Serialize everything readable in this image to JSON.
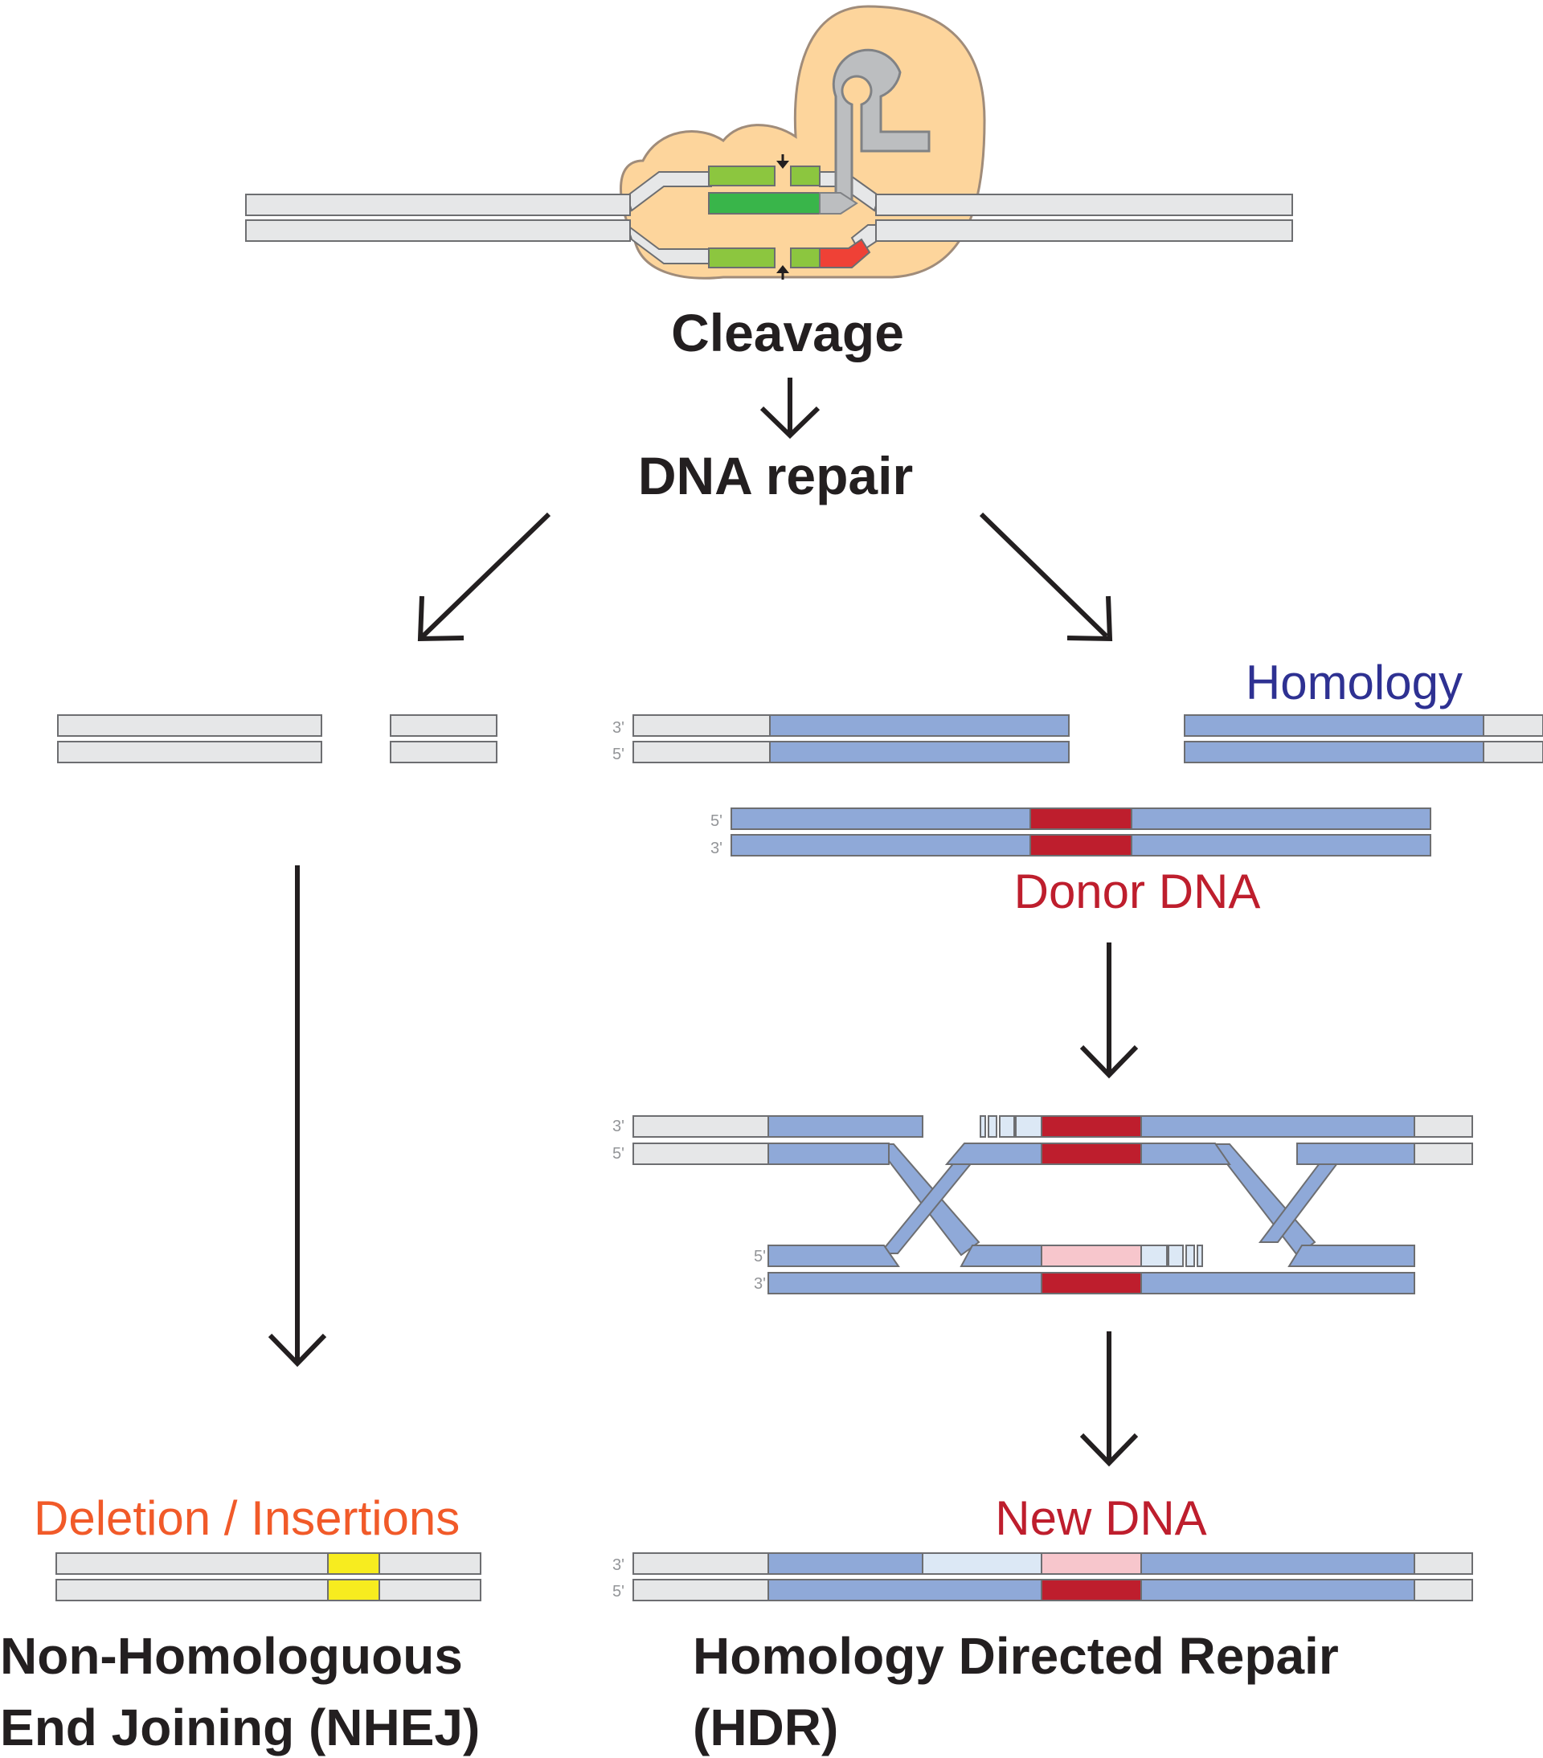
{
  "labels": {
    "cleavage": "Cleavage",
    "dna_repair": "DNA repair",
    "homology": "Homology",
    "donor_dna": "Donor DNA",
    "new_dna": "New DNA",
    "deletion_insertions": "Deletion / Insertions",
    "nhej_line1": "Non-Homologuous",
    "nhej_line2": "End Joining (NHEJ)",
    "hdr_line1": "Homology Directed Repair",
    "hdr_line2": "(HDR)",
    "end_3": "3'",
    "end_5": "5'"
  },
  "colors": {
    "strand_gray": "#e6e7e8",
    "strand_outline": "#6d6e71",
    "homology_blue": "#8fa9d8",
    "donor_red": "#be1e2d",
    "light_red": "#f7c6cc",
    "light_blue": "#dce8f5",
    "insert_yellow": "#f7ec1f",
    "cas9_body": "#fdd59c",
    "guide_green": "#8cc63f",
    "target_green": "#39b54a",
    "pam_red": "#ef4136",
    "homology_text": "#2e3192",
    "donor_text": "#be1e2d",
    "deletion_text": "#f15a29",
    "title_text": "#231f20"
  }
}
